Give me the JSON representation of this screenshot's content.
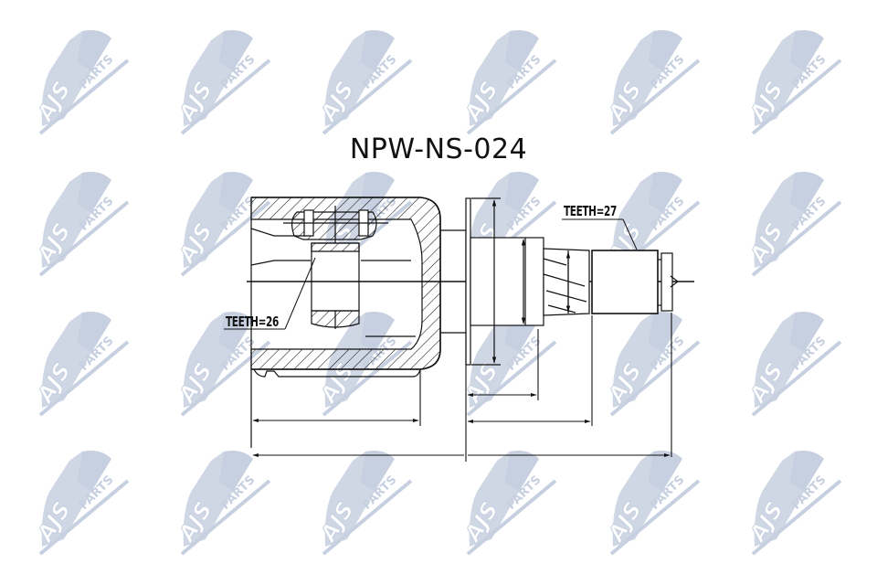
{
  "title": "NPW-NS-024",
  "watermark": {
    "brand": "AJS",
    "sub": "PARTS",
    "color": "#c7d0e0",
    "cols": [
      40,
      195,
      350,
      508,
      665,
      820
    ],
    "rows": [
      30,
      185,
      338,
      490
    ]
  },
  "labels": {
    "inner_teeth": "TEETH=26",
    "outer_teeth": "TEETH=27"
  },
  "drawing": {
    "part": "inner CV joint",
    "line_color": "#111111"
  }
}
